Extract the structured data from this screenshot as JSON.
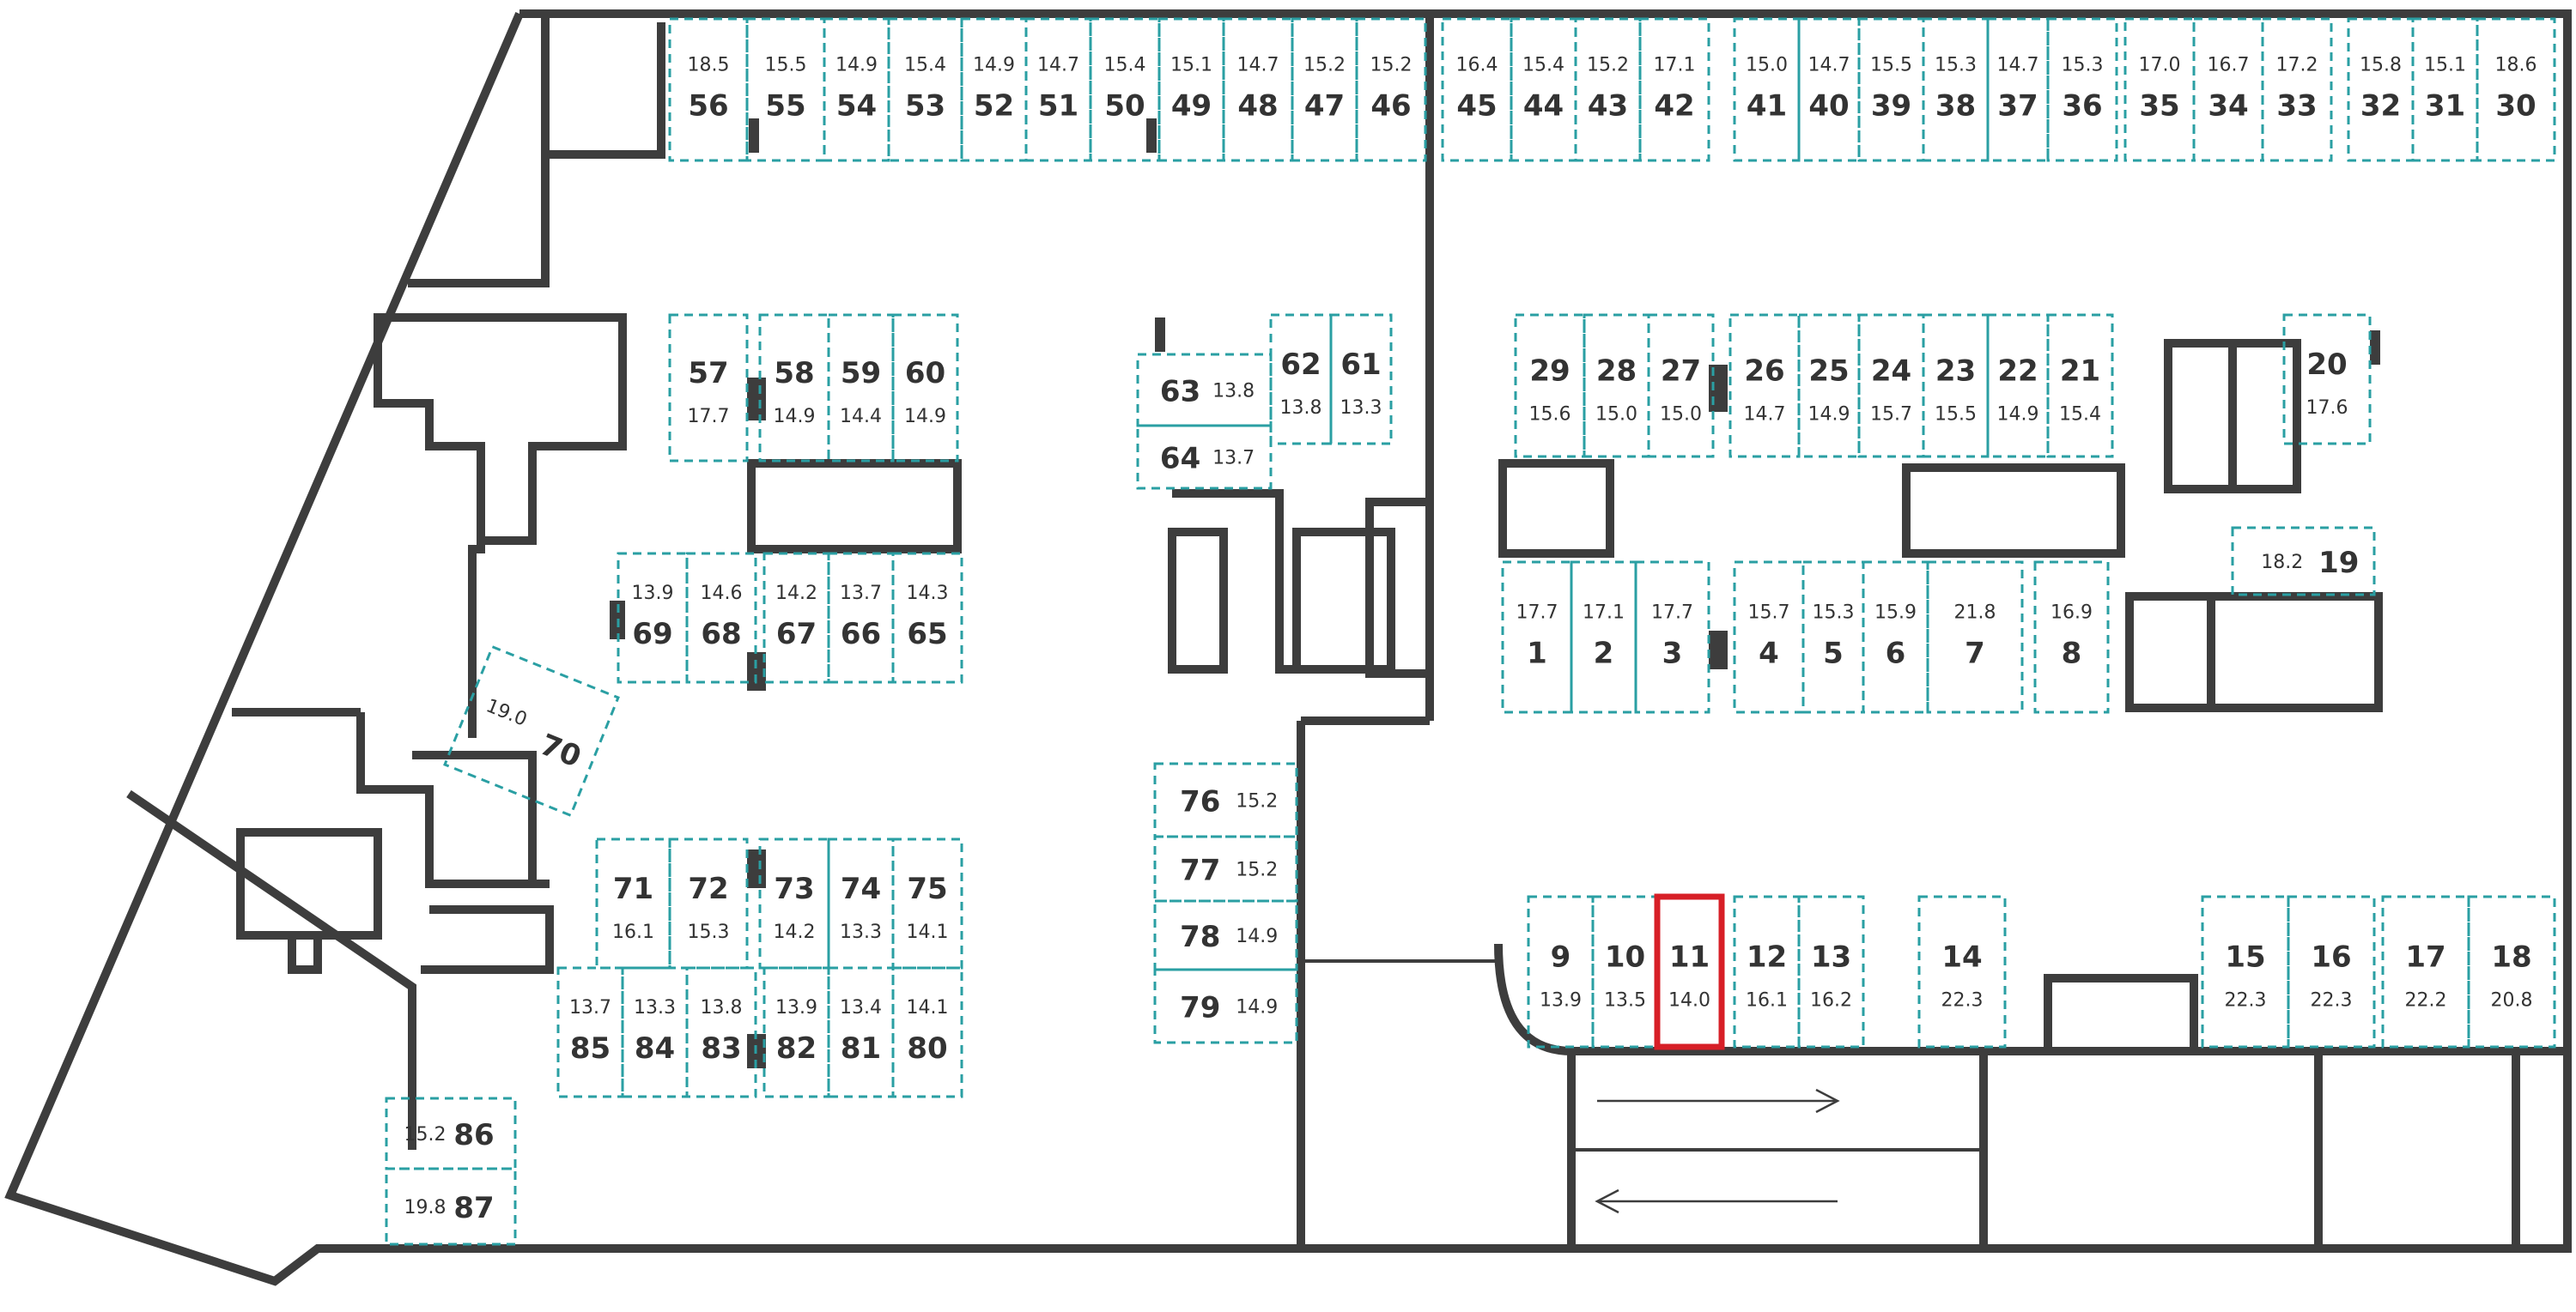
{
  "plan": {
    "highlight_color": "#d71f27",
    "spot_color": "#2a9fa3",
    "wall_color": "#3d3d3d",
    "selected_spot": "11",
    "spots": [
      {
        "id": "56",
        "area": "18.5"
      },
      {
        "id": "55",
        "area": "15.5"
      },
      {
        "id": "54",
        "area": "14.9"
      },
      {
        "id": "53",
        "area": "15.4"
      },
      {
        "id": "52",
        "area": "14.9"
      },
      {
        "id": "51",
        "area": "14.7"
      },
      {
        "id": "50",
        "area": "15.4"
      },
      {
        "id": "49",
        "area": "15.1"
      },
      {
        "id": "48",
        "area": "14.7"
      },
      {
        "id": "47",
        "area": "15.2"
      },
      {
        "id": "46",
        "area": "15.2"
      },
      {
        "id": "45",
        "area": "16.4"
      },
      {
        "id": "44",
        "area": "15.4"
      },
      {
        "id": "43",
        "area": "15.2"
      },
      {
        "id": "42",
        "area": "17.1"
      },
      {
        "id": "41",
        "area": "15.0"
      },
      {
        "id": "40",
        "area": "14.7"
      },
      {
        "id": "39",
        "area": "15.5"
      },
      {
        "id": "38",
        "area": "15.3"
      },
      {
        "id": "37",
        "area": "14.7"
      },
      {
        "id": "36",
        "area": "15.3"
      },
      {
        "id": "35",
        "area": "17.0"
      },
      {
        "id": "34",
        "area": "16.7"
      },
      {
        "id": "33",
        "area": "17.2"
      },
      {
        "id": "32",
        "area": "15.8"
      },
      {
        "id": "31",
        "area": "15.1"
      },
      {
        "id": "30",
        "area": "18.6"
      },
      {
        "id": "57",
        "area": "17.7"
      },
      {
        "id": "58",
        "area": "14.9"
      },
      {
        "id": "59",
        "area": "14.4"
      },
      {
        "id": "60",
        "area": "14.9"
      },
      {
        "id": "63",
        "area": "13.8"
      },
      {
        "id": "64",
        "area": "13.7"
      },
      {
        "id": "62",
        "area": "13.8"
      },
      {
        "id": "61",
        "area": "13.3"
      },
      {
        "id": "29",
        "area": "15.6"
      },
      {
        "id": "28",
        "area": "15.0"
      },
      {
        "id": "27",
        "area": "15.0"
      },
      {
        "id": "26",
        "area": "14.7"
      },
      {
        "id": "25",
        "area": "14.9"
      },
      {
        "id": "24",
        "area": "15.7"
      },
      {
        "id": "23",
        "area": "15.5"
      },
      {
        "id": "22",
        "area": "14.9"
      },
      {
        "id": "21",
        "area": "15.4"
      },
      {
        "id": "20",
        "area": "17.6"
      },
      {
        "id": "19",
        "area": "18.2"
      },
      {
        "id": "69",
        "area": "13.9"
      },
      {
        "id": "68",
        "area": "14.6"
      },
      {
        "id": "67",
        "area": "14.2"
      },
      {
        "id": "66",
        "area": "13.7"
      },
      {
        "id": "65",
        "area": "14.3"
      },
      {
        "id": "70",
        "area": "19.0"
      },
      {
        "id": "1",
        "area": "17.7"
      },
      {
        "id": "2",
        "area": "17.1"
      },
      {
        "id": "3",
        "area": "17.7"
      },
      {
        "id": "4",
        "area": "15.7"
      },
      {
        "id": "5",
        "area": "15.3"
      },
      {
        "id": "6",
        "area": "15.9"
      },
      {
        "id": "7",
        "area": "21.8"
      },
      {
        "id": "8",
        "area": "16.9"
      },
      {
        "id": "76",
        "area": "15.2"
      },
      {
        "id": "77",
        "area": "15.2"
      },
      {
        "id": "78",
        "area": "14.9"
      },
      {
        "id": "79",
        "area": "14.9"
      },
      {
        "id": "71",
        "area": "16.1"
      },
      {
        "id": "72",
        "area": "15.3"
      },
      {
        "id": "73",
        "area": "14.2"
      },
      {
        "id": "74",
        "area": "13.3"
      },
      {
        "id": "75",
        "area": "14.1"
      },
      {
        "id": "85",
        "area": "13.7"
      },
      {
        "id": "84",
        "area": "13.3"
      },
      {
        "id": "83",
        "area": "13.8"
      },
      {
        "id": "82",
        "area": "13.9"
      },
      {
        "id": "81",
        "area": "13.4"
      },
      {
        "id": "80",
        "area": "14.1"
      },
      {
        "id": "9",
        "area": "13.9"
      },
      {
        "id": "10",
        "area": "13.5"
      },
      {
        "id": "11",
        "area": "14.0"
      },
      {
        "id": "12",
        "area": "16.1"
      },
      {
        "id": "13",
        "area": "16.2"
      },
      {
        "id": "14",
        "area": "22.3"
      },
      {
        "id": "15",
        "area": "22.3"
      },
      {
        "id": "16",
        "area": "22.3"
      },
      {
        "id": "17",
        "area": "22.2"
      },
      {
        "id": "18",
        "area": "20.8"
      },
      {
        "id": "86",
        "area": "15.2"
      },
      {
        "id": "87",
        "area": "19.8"
      }
    ]
  }
}
